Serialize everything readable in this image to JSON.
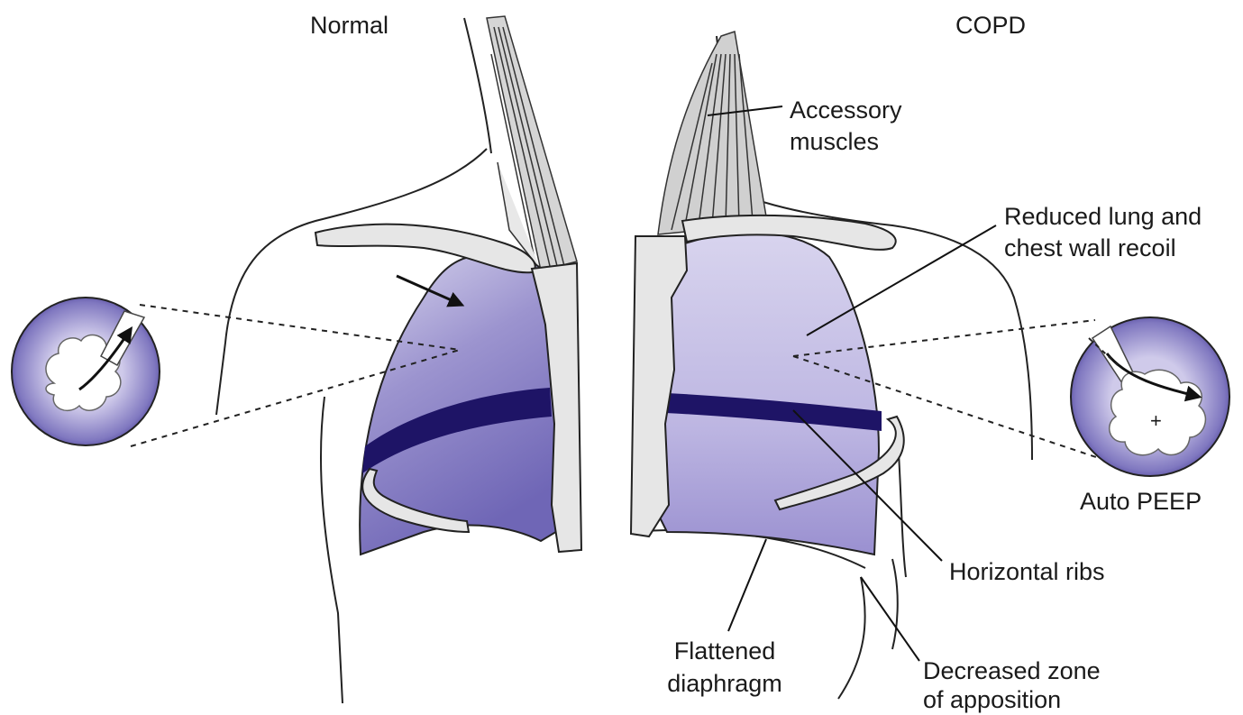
{
  "panels": {
    "normal_title": "Normal",
    "copd_title": "COPD"
  },
  "labels": {
    "accessory_muscles_1": "Accessory",
    "accessory_muscles_2": "muscles",
    "reduced_recoil_1": "Reduced lung and",
    "reduced_recoil_2": "chest wall recoil",
    "auto_peep": "Auto PEEP",
    "horizontal_ribs": "Horizontal ribs",
    "flattened_diaphragm_1": "Flattened",
    "flattened_diaphragm_2": "diaphragm",
    "decreased_zone_1": "Decreased zone",
    "decreased_zone_2": "of apposition",
    "plus_sign": "+"
  },
  "colors": {
    "lung_light": "#d9d6ee",
    "lung_mid": "#9c94cf",
    "lung_dark": "#5a4fa6",
    "rib_band": "#1e1466",
    "outline": "#222222",
    "bone_fill": "#e6e6e6"
  }
}
